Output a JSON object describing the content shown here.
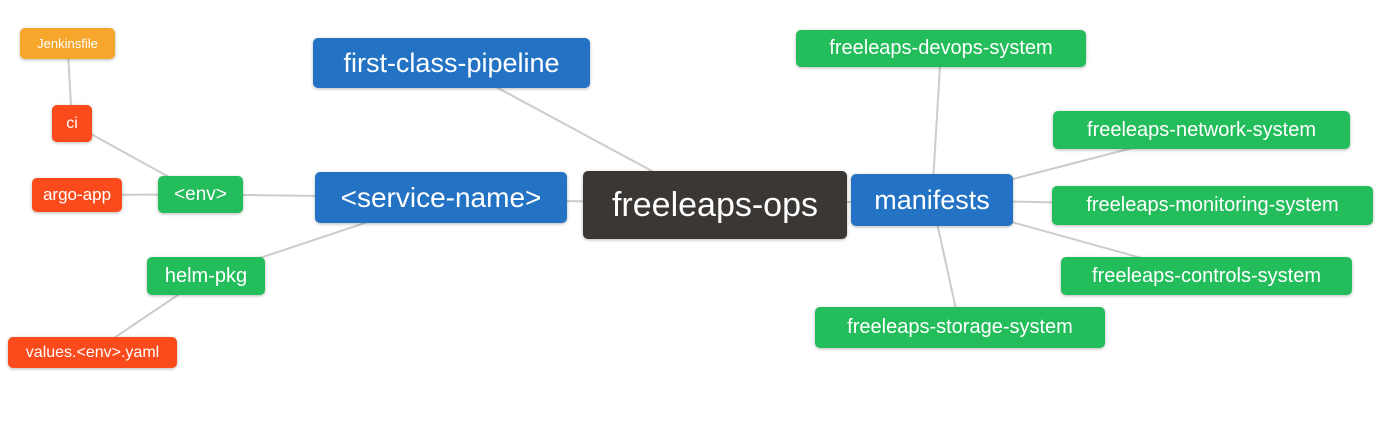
{
  "diagram": {
    "title": "freeleaps-ops repository mind map",
    "background_color": "#ffffff",
    "edge_color": "#cccccc",
    "edge_width": 2,
    "text_color": "#ffffff",
    "palette": {
      "root_dark": "#3a3734",
      "branch_blue": "#2372c4",
      "group_green": "#24bd5b",
      "leaf_red": "#fb4a1c",
      "leaf_orange": "#f6a62a"
    }
  },
  "nodes": [
    {
      "id": "jenkinsfile",
      "label": "Jenkinsfile",
      "color": "#f6a62a",
      "role": "leaf"
    },
    {
      "id": "ci",
      "label": "ci",
      "color": "#fb4a1c",
      "role": "leaf"
    },
    {
      "id": "argo-app",
      "label": "argo-app",
      "color": "#fb4a1c",
      "role": "leaf"
    },
    {
      "id": "env",
      "label": "<env>",
      "color": "#24bd5b",
      "role": "group"
    },
    {
      "id": "helm-pkg",
      "label": "helm-pkg",
      "color": "#24bd5b",
      "role": "group"
    },
    {
      "id": "values-env-yaml",
      "label": "values.<env>.yaml",
      "color": "#fb4a1c",
      "role": "leaf"
    },
    {
      "id": "service-name",
      "label": "<service-name>",
      "color": "#2372c4",
      "role": "branch"
    },
    {
      "id": "first-class-pipeline",
      "label": "first-class-pipeline",
      "color": "#2372c4",
      "role": "branch"
    },
    {
      "id": "freeleaps-ops",
      "label": "freeleaps-ops",
      "color": "#3a3734",
      "role": "root"
    },
    {
      "id": "manifests",
      "label": "manifests",
      "color": "#2372c4",
      "role": "branch"
    },
    {
      "id": "freeleaps-devops-system",
      "label": "freeleaps-devops-system",
      "color": "#24bd5b",
      "role": "group"
    },
    {
      "id": "freeleaps-network-system",
      "label": "freeleaps-network-system",
      "color": "#24bd5b",
      "role": "group"
    },
    {
      "id": "freeleaps-monitoring-system",
      "label": "freeleaps-monitoring-system",
      "color": "#24bd5b",
      "role": "group"
    },
    {
      "id": "freeleaps-controls-system",
      "label": "freeleaps-controls-system",
      "color": "#24bd5b",
      "role": "group"
    },
    {
      "id": "freeleaps-storage-system",
      "label": "freeleaps-storage-system",
      "color": "#24bd5b",
      "role": "group"
    }
  ],
  "edges": [
    [
      "jenkinsfile",
      "ci"
    ],
    [
      "ci",
      "env"
    ],
    [
      "argo-app",
      "env"
    ],
    [
      "env",
      "service-name"
    ],
    [
      "helm-pkg",
      "service-name"
    ],
    [
      "values-env-yaml",
      "helm-pkg"
    ],
    [
      "first-class-pipeline",
      "freeleaps-ops"
    ],
    [
      "service-name",
      "freeleaps-ops"
    ],
    [
      "freeleaps-ops",
      "manifests"
    ],
    [
      "manifests",
      "freeleaps-devops-system"
    ],
    [
      "manifests",
      "freeleaps-network-system"
    ],
    [
      "manifests",
      "freeleaps-monitoring-system"
    ],
    [
      "manifests",
      "freeleaps-controls-system"
    ],
    [
      "manifests",
      "freeleaps-storage-system"
    ]
  ]
}
